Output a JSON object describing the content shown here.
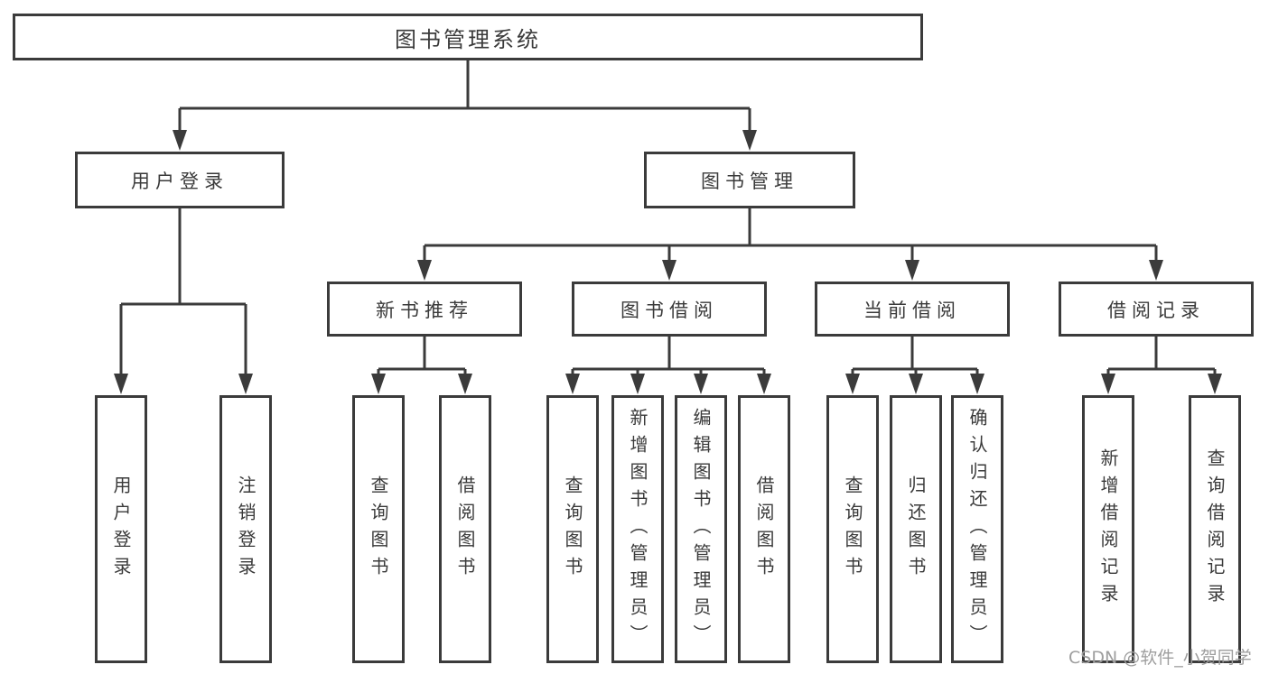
{
  "colors": {
    "line": "#3b3b3b",
    "text": "#3a3a3a",
    "box_bg": "#ffffff",
    "watermark": "#9e9e9e"
  },
  "watermark": {
    "text": "CSDN @软件_小贺同学"
  },
  "nodes": {
    "root": {
      "label": "图书管理系统"
    },
    "user_login": {
      "label": "用户登录"
    },
    "book_management": {
      "label": "图书管理"
    },
    "new_book_recommend": {
      "label": "新书推荐"
    },
    "book_borrow": {
      "label": "图书借阅"
    },
    "current_borrow": {
      "label": "当前借阅"
    },
    "borrow_records": {
      "label": "借阅记录"
    },
    "leaf_user_login": {
      "label": "用户登录"
    },
    "leaf_logout": {
      "label": "注销登录"
    },
    "leaf_nb_query_books": {
      "label": "查询图书"
    },
    "leaf_nb_borrow_books": {
      "label": "借阅图书"
    },
    "leaf_bb_query_books": {
      "label": "查询图书"
    },
    "leaf_bb_add_books": {
      "label": "新增图书（管理员）"
    },
    "leaf_bb_edit_books": {
      "label": "编辑图书（管理员）"
    },
    "leaf_bb_borrow_books": {
      "label": "借阅图书"
    },
    "leaf_cb_query_books": {
      "label": "查询图书"
    },
    "leaf_cb_return_books": {
      "label": "归还图书"
    },
    "leaf_cb_confirm_return": {
      "label": "确认归还（管理员）"
    },
    "leaf_br_add_record": {
      "label": "新增借阅记录"
    },
    "leaf_br_query_record": {
      "label": "查询借阅记录"
    }
  }
}
